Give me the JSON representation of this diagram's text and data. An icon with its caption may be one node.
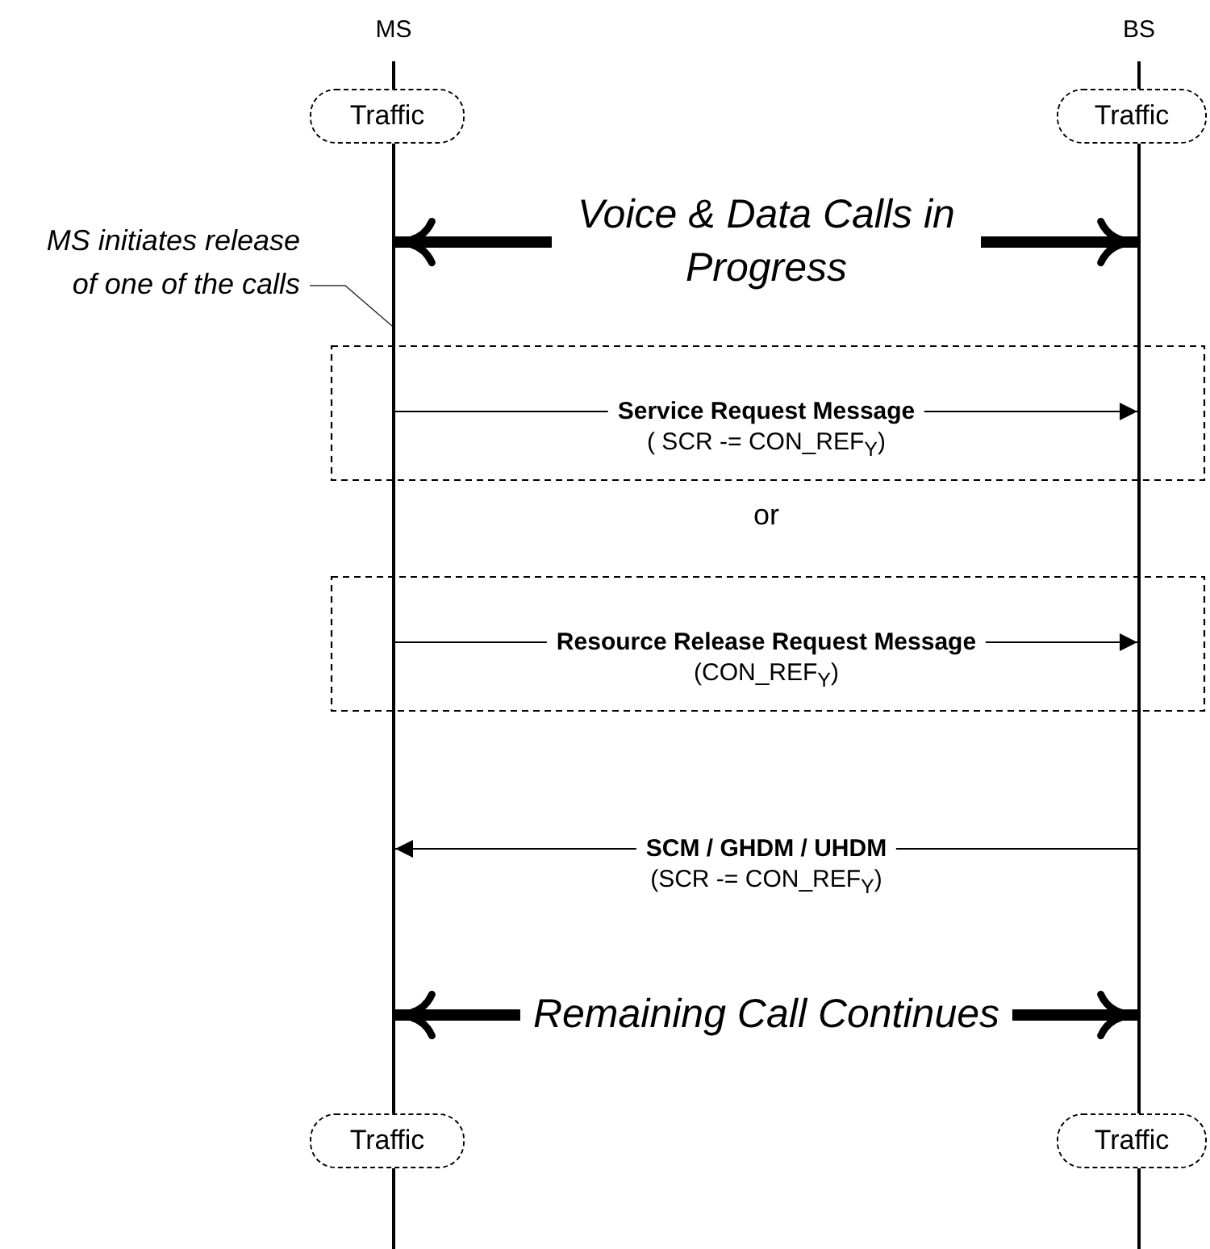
{
  "diagram": {
    "nodes": [
      {
        "text": [],
        "shape": "bar"
      },
      {
        "text": [],
        "shape": "bar"
      },
      {
        "text": [
          "Traffic"
        ]
      },
      {
        "text": [
          "Traffic"
        ]
      },
      {
        "text": [
          "MS initiates release of one of the calls"
        ]
      },
      {
        "text": [
          "Traffic"
        ]
      },
      {
        "text": [
          "Traffic"
        ]
      }
    ],
    "edges": [
      {
        "from": 0,
        "to": 1,
        "arrow": "both",
        "style": "thick",
        "label": "Voice & Data Calls in Progress"
      },
      {
        "from": 4,
        "to": 0,
        "arrow": "none"
      },
      {
        "from": 0,
        "to": 1,
        "arrow": "to",
        "label": "**Service Request Message** ( SCR -= CON_REF$_{Y}$)"
      },
      {
        "from": 0,
        "to": 1,
        "arrow": "to",
        "label": "**Resource Release Request Message** (CON_REF$_{Y}$)"
      },
      {
        "from": 1,
        "to": 0,
        "arrow": "to",
        "label": "**SCM / GHDM / UHDM** (SCR -= CON_REF$_{Y}$)"
      },
      {
        "from": 0,
        "to": 1,
        "arrow": "both",
        "style": "thick",
        "label": "Remaining Call Continues"
      }
    ],
    "labels": [
      "MS",
      "BS",
      "or"
    ]
  }
}
